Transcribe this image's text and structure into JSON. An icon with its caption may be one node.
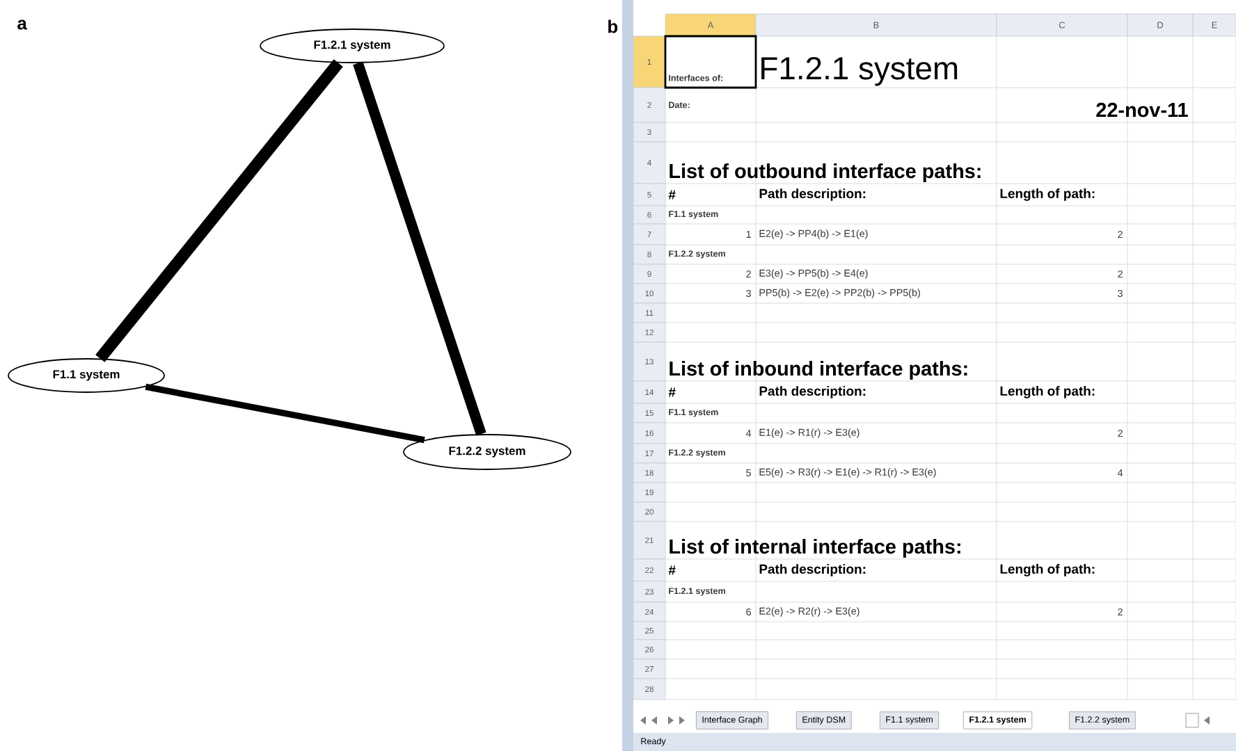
{
  "diagram": {
    "nodes": [
      {
        "text": [
          "F1.2.1 system"
        ]
      },
      {
        "text": [
          "F1.1 system"
        ]
      },
      {
        "text": [
          "F1.2.2 system"
        ]
      }
    ],
    "edges": [
      {
        "from": 0,
        "to": 1,
        "arrow": "none"
      },
      {
        "from": 0,
        "to": 2,
        "arrow": "none"
      },
      {
        "from": 1,
        "to": 2,
        "arrow": "none"
      }
    ],
    "labels": [
      "a",
      "b",
      "A",
      "B",
      "C",
      "D",
      "E",
      "1",
      "Interfaces of:",
      "F1.2.1 system",
      "2",
      "Date:",
      "22-nov-11",
      "3",
      "4",
      "List of outbound interface paths:",
      "5",
      "#",
      "Path description:",
      "Length of path:",
      "6",
      "F1.1 system",
      "7",
      "1",
      "E2(e) -> PP4(b) -> E1(e)",
      "2",
      "8",
      "F1.2.2 system",
      "9",
      "2",
      "E3(e) -> PP5(b) -> E4(e)",
      "2",
      "10",
      "3",
      "PP5(b) -> E2(e) -> PP2(b) -> PP5(b)",
      "3",
      "11",
      "12",
      "13",
      "List of inbound interface paths:",
      "14",
      "#",
      "Path description:",
      "Length of path:",
      "15",
      "F1.1 system",
      "16",
      "4",
      "E1(e) -> R1(r) -> E3(e)",
      "2",
      "17",
      "F1.2.2 system",
      "18",
      "5",
      "E5(e) -> R3(r) -> E1(e) -> R1(r) -> E3(e)",
      "4",
      "19",
      "20",
      "21",
      "List of internal interface paths:",
      "22",
      "#",
      "Path description:",
      "Length of path:",
      "23",
      "F1.2.1 system",
      "24",
      "6",
      "E2(e) -> R2(r) -> E3(e)",
      "2",
      "25",
      "26",
      "27",
      "28",
      "Interface Graph",
      "Entity DSM",
      "F1.1 system",
      "F1.2.1 system",
      "F1.2.2 system",
      "Ready"
    ]
  }
}
